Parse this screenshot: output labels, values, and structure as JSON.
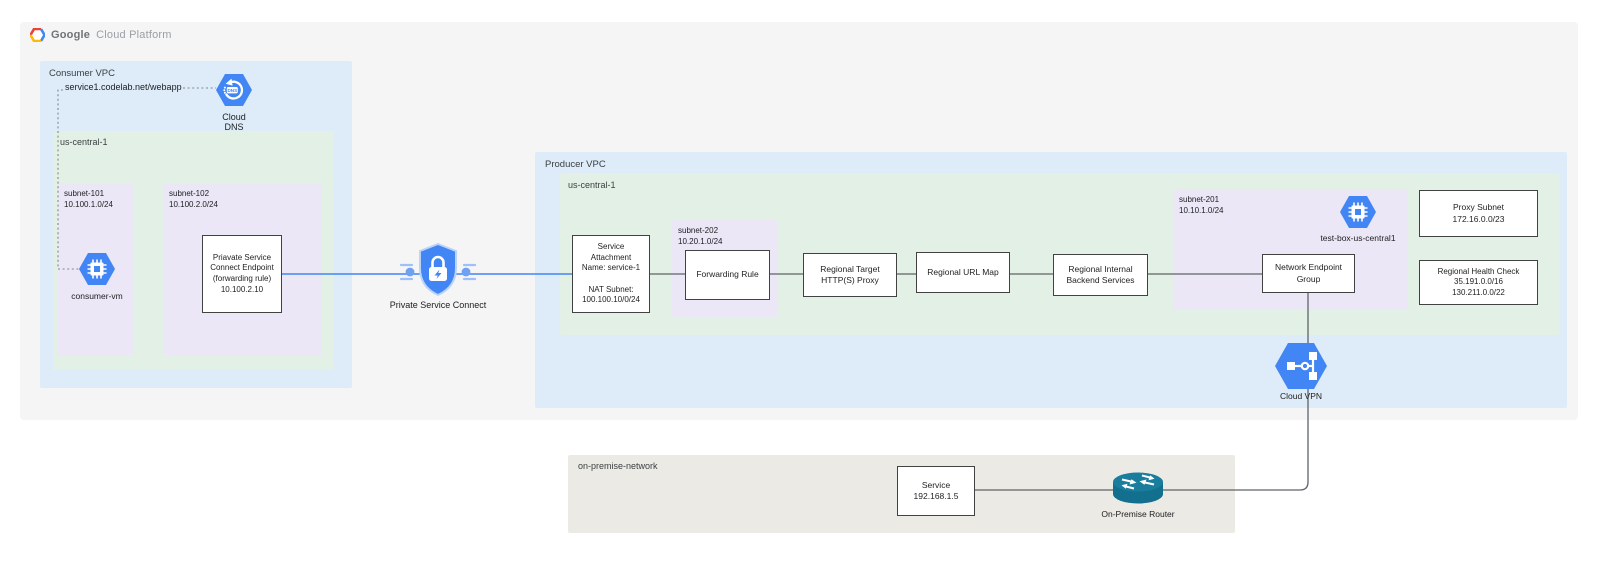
{
  "brand": {
    "google": "Google",
    "suffix": "Cloud Platform"
  },
  "consumer": {
    "title": "Consumer VPC",
    "dns_record": "service1.codelab.net/webapp",
    "dns_label": "Cloud\nDNS",
    "region": "us-central-1",
    "subnet101": {
      "name": "subnet-101",
      "cidr": "10.100.1.0/24"
    },
    "vm_label": "consumer-vm",
    "subnet102": {
      "name": "subnet-102",
      "cidr": "10.100.2.0/24"
    },
    "endpoint": "Priavate Service\nConnect Endpoint\n(forwarding rule)\n10.100.2.10"
  },
  "psc": {
    "label": "Private Service Connect"
  },
  "producer": {
    "title": "Producer VPC",
    "region": "us-central-1",
    "service_attachment": "Service\nAttachment\nName: service-1\n\nNAT Subnet:\n100.100.10/0/24",
    "subnet202": {
      "name": "subnet-202",
      "cidr": "10.20.1.0/24"
    },
    "forwarding_rule": "Forwarding Rule",
    "target_proxy": "Regional Target\nHTTP(S) Proxy",
    "url_map": "Regional URL Map",
    "backend_services": "Regional Internal\nBackend Services",
    "subnet201": {
      "name": "subnet-201",
      "cidr": "10.10.1.0/24"
    },
    "test_box": "test-box-us-central1",
    "neg": "Network Endpoint\nGroup",
    "proxy_subnet": "Proxy Subnet\n172.16.0.0/23",
    "health_check": "Regional Health Check\n35.191.0.0/16\n130.211.0.0/22",
    "vpn_label": "Cloud VPN"
  },
  "onprem": {
    "title": "on-premise-network",
    "service": "Service\n192.168.1.5",
    "router_label": "On-Premise Router"
  },
  "colors": {
    "vpc_blue": "#ddecf8",
    "region_green": "#e3f0e5",
    "subnet_purple": "#ebe7f6",
    "onprem_gray": "#eceae4",
    "gcp_blue": "#4285f4",
    "psc_line_blue": "#4285f4",
    "router_teal": "#136f8e",
    "connector_gray": "#5f6368"
  }
}
